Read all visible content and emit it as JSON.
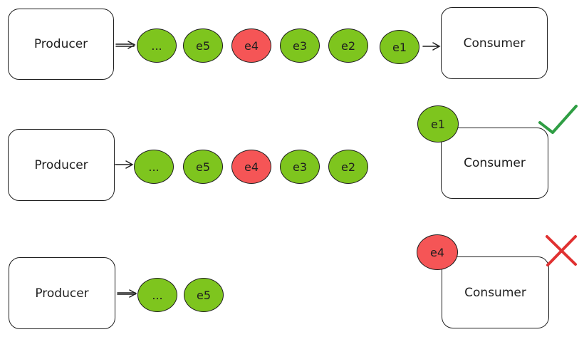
{
  "rows": [
    {
      "producer_label": "Producer",
      "consumer_label": "Consumer",
      "queue": [
        {
          "label": "...",
          "status": "ok"
        },
        {
          "label": "e5",
          "status": "ok"
        },
        {
          "label": "e4",
          "status": "fail"
        },
        {
          "label": "e3",
          "status": "ok"
        },
        {
          "label": "e2",
          "status": "ok"
        },
        {
          "label": "e1",
          "status": "ok"
        }
      ]
    },
    {
      "producer_label": "Producer",
      "consumer_label": "Consumer",
      "queue": [
        {
          "label": "...",
          "status": "ok"
        },
        {
          "label": "e5",
          "status": "ok"
        },
        {
          "label": "e4",
          "status": "fail"
        },
        {
          "label": "e3",
          "status": "ok"
        },
        {
          "label": "e2",
          "status": "ok"
        }
      ],
      "processing": {
        "label": "e1",
        "status": "ok"
      },
      "result_icon": "checkmark-icon"
    },
    {
      "producer_label": "Producer",
      "consumer_label": "Consumer",
      "queue": [
        {
          "label": "...",
          "status": "ok"
        },
        {
          "label": "e5",
          "status": "ok"
        }
      ],
      "processing": {
        "label": "e4",
        "status": "fail"
      },
      "result_icon": "cross-icon"
    }
  ],
  "colors": {
    "ok": "#7ec51e",
    "fail": "#f55556",
    "check": "#2f9e44",
    "cross": "#e03131"
  }
}
